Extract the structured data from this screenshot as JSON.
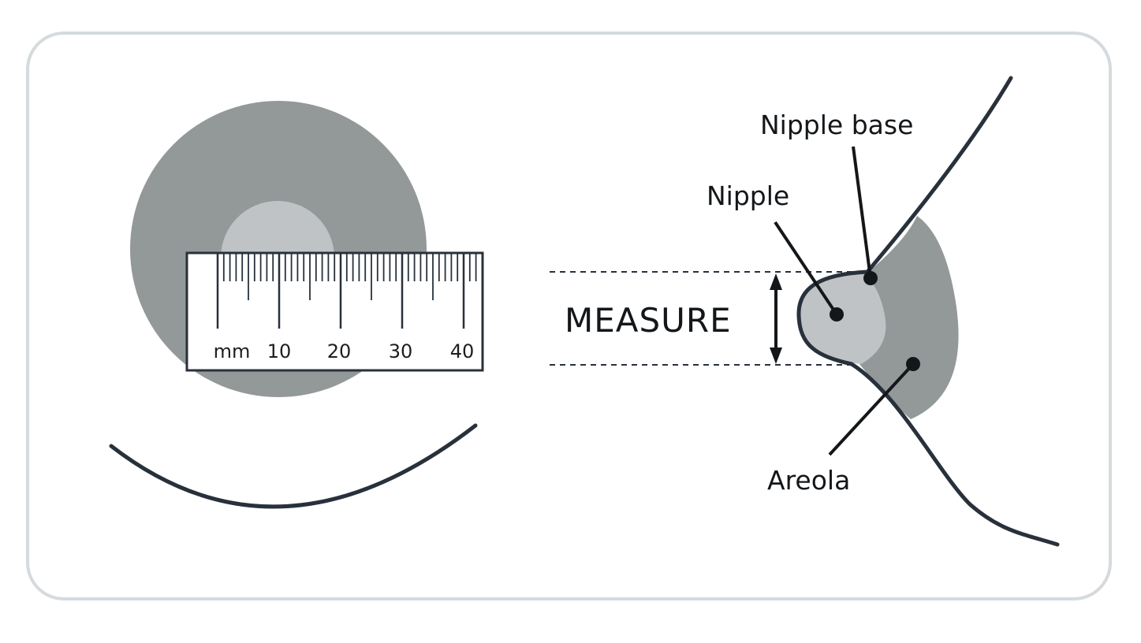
{
  "colors": {
    "outline": "#28313b",
    "areola": "#939899",
    "nipple": "#c0c3c6",
    "card_border": "#d5dadd",
    "ruler_fill": "#ffffff"
  },
  "ruler": {
    "unit_label": "mm",
    "tick_labels": [
      "10",
      "20",
      "30",
      "40"
    ]
  },
  "labels": {
    "nipple_base": "Nipple base",
    "nipple": "Nipple",
    "areola": "Areola",
    "measure": "MEASURE"
  }
}
